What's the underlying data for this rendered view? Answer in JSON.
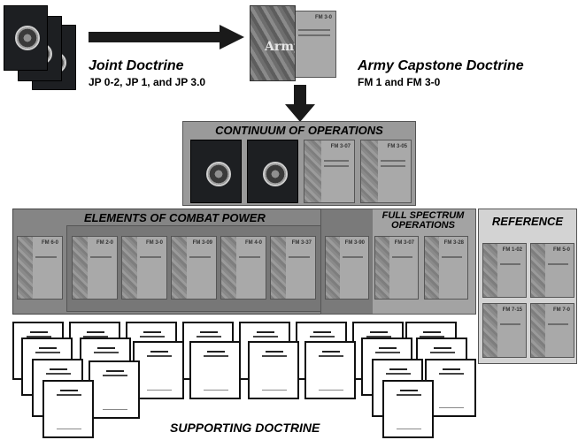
{
  "joint": {
    "title": "Joint Doctrine",
    "subtitle": "JP 0-2, JP 1, and JP 3.0"
  },
  "capstone": {
    "title": "Army Capstone Doctrine",
    "subtitle": "FM 1 and FM 3-0",
    "cover_word": "Army"
  },
  "continuum": {
    "title": "CONTINUUM OF OPERATIONS"
  },
  "elements": {
    "title": "ELEMENTS OF COMBAT POWER"
  },
  "fso": {
    "title": "FULL SPECTRUM OPERATIONS"
  },
  "reference": {
    "title": "REFERENCE"
  },
  "supporting": {
    "title": "SUPPORTING DOCTRINE"
  },
  "colors": {
    "panel": "#8c8c8c",
    "panel_light": "#c4c4c4",
    "panel_dark": "#6a6a6a",
    "arrow": "#1a1a1a"
  }
}
